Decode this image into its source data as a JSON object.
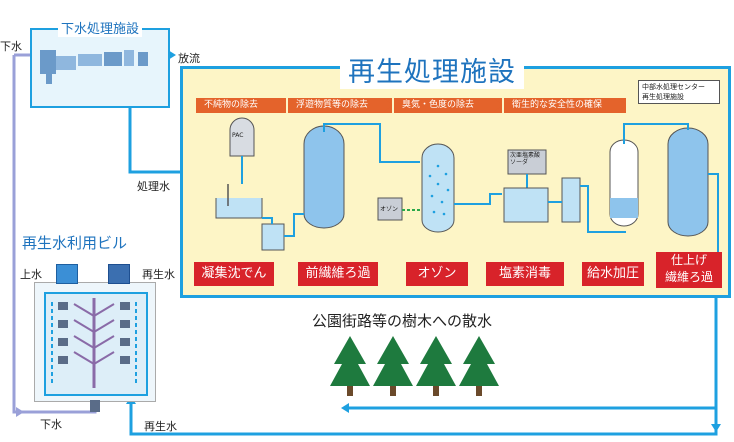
{
  "sewage_facility": {
    "title": "下水処理施設",
    "inflow_label": "下水",
    "discharge_label": "放流"
  },
  "plant": {
    "title": "再生処理施設",
    "caption_line1": "中部水処理センター",
    "caption_line2": "再生処理施設",
    "treated_water_label": "処理水",
    "stages": [
      "不純物の除去",
      "浮遊物質等の除去",
      "臭気・色度の除去",
      "衛生的な安全性の確保"
    ],
    "tank_labels": {
      "pac": "PAC",
      "ozone": "オゾン",
      "chlorine": "次亜塩素酸ソーダ"
    },
    "processes": [
      "凝集沈でん",
      "前繊維ろ過",
      "オゾン",
      "塩素消毒",
      "給水加圧",
      "仕上げ",
      "繊維ろ過"
    ]
  },
  "building": {
    "title": "再生水利用ビル",
    "tap_water_label": "上水",
    "reclaimed_in_label": "再生水",
    "sewage_out_label": "下水",
    "reclaimed_bottom_label": "再生水"
  },
  "irrigation": {
    "title": "公園街路等の樹木への散水"
  },
  "colors": {
    "pipe": "#1ea0e0",
    "sewage": "#9aa0d8",
    "plant_bg": "#fdf5c6",
    "plant_border": "#1ea0e0",
    "stage": "#e4632b",
    "process": "#d8232a",
    "title": "#1e73be",
    "tree": "#1e7a3e"
  }
}
